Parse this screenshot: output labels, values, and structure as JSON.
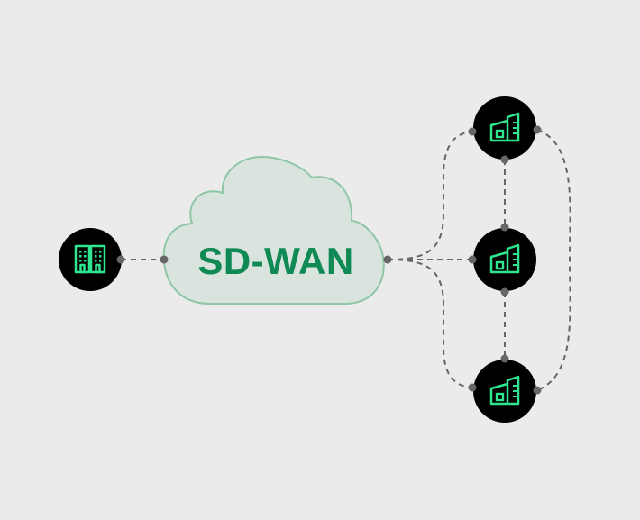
{
  "diagram": {
    "cloud_label": "SD-WAN",
    "colors": {
      "background": "#ebebeb",
      "cloud_fill": "#d9e4df",
      "cloud_stroke": "#8fc6a6",
      "cloud_text": "#0f8a55",
      "node_fill": "#000000",
      "icon_color": "#2fe58f",
      "connector": "#666666"
    },
    "nodes": [
      {
        "id": "hq",
        "icon": "office-building-icon"
      },
      {
        "id": "branch-1",
        "icon": "branch-building-icon"
      },
      {
        "id": "branch-2",
        "icon": "branch-building-icon"
      },
      {
        "id": "branch-3",
        "icon": "branch-building-icon"
      }
    ]
  }
}
